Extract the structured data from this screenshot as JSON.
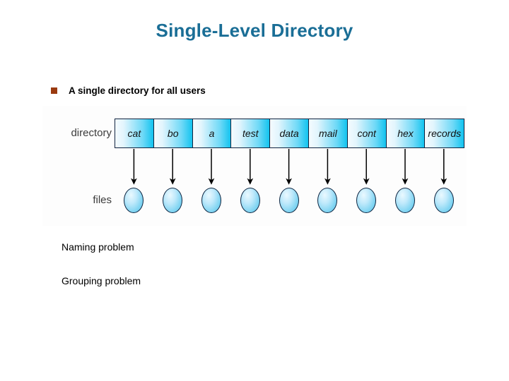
{
  "slide": {
    "title": "Single-Level Directory",
    "title_color": "#1a6e96",
    "bullets": [
      {
        "marker": "square-bullet",
        "text": "A single directory for all users",
        "marker_color": "#9a3a10"
      }
    ],
    "notes": [
      {
        "text": "Naming problem"
      },
      {
        "text": "Grouping problem"
      }
    ]
  },
  "diagram": {
    "name": "single-level-directory-diagram",
    "row_labels": {
      "directory": "directory",
      "files": "files"
    },
    "directory_entries": [
      "cat",
      "bo",
      "a",
      "test",
      "data",
      "mail",
      "cont",
      "hex",
      "records"
    ],
    "file_count": 9,
    "cell_gradient_from": "#f4fbfe",
    "cell_gradient_to": "#12c3ef",
    "cell_border_color": "#10233f",
    "oval_fill": "#9fdff7",
    "oval_border_color": "#0d2440",
    "arrow_color": "#000000"
  }
}
